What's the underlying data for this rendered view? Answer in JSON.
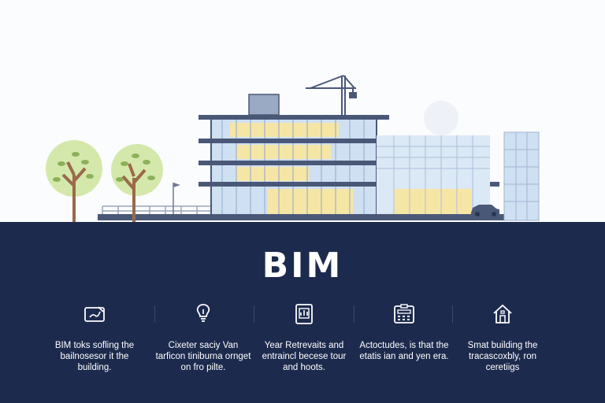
{
  "panel": {
    "title": "BIM"
  },
  "features": [
    {
      "icon": "tablet-pen-icon",
      "text": "BIM toks sofling the bailnosesor it the building."
    },
    {
      "icon": "lightbulb-icon",
      "text": "Cixeter saciy Van tarficon tiniburna ornget on fro pilte."
    },
    {
      "icon": "document-chart-icon",
      "text": "Year Retrevaits and entraincl becese tour and hoots."
    },
    {
      "icon": "calculator-icon",
      "text": "Actoctudes, is that the etatis ian and yen era."
    },
    {
      "icon": "smart-home-icon",
      "text": "Smat building the tracascoxbly, ron ceretiigs"
    }
  ],
  "colors": {
    "panel_background": "#1c2a4d",
    "building_frame": "#4a5878",
    "glass": "#cfe0f2",
    "window_warm": "#f6e6a6",
    "tree_leaves": "#cfe3a2",
    "trunk": "#9a6a4a"
  }
}
